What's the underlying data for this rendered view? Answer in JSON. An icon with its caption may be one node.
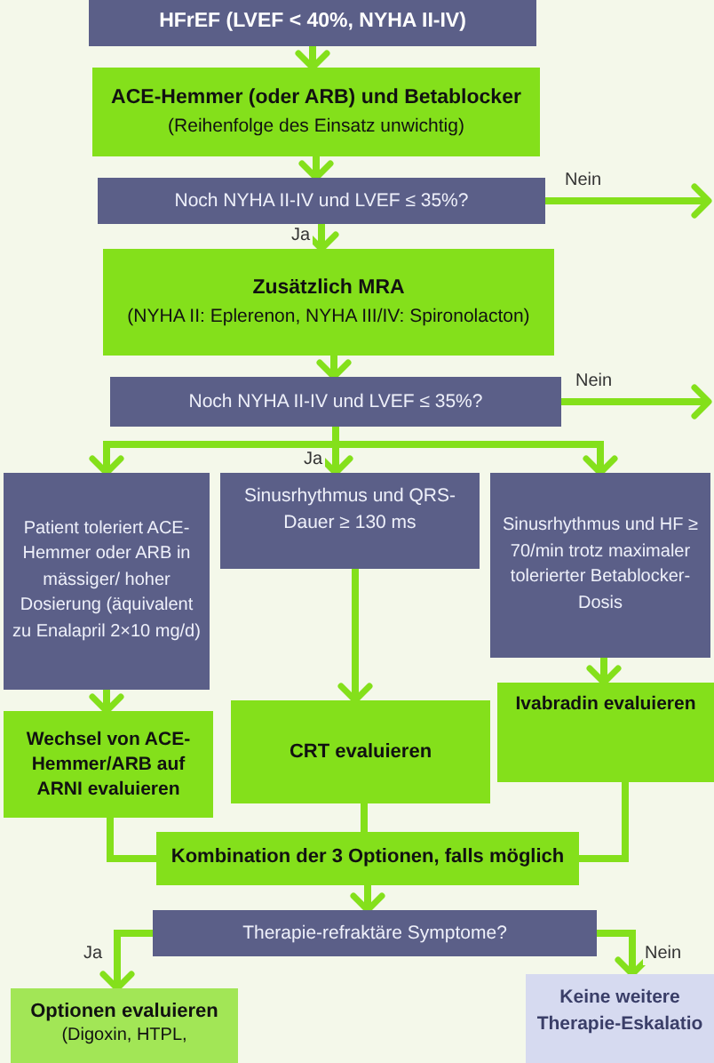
{
  "diagram": {
    "nodes": [
      {
        "text": [
          "HFrEF (LVEF < 40%, NYHA II-IV)"
        ]
      },
      {
        "text": [
          "ACE-Hemmer (oder ARB) und Betablocker",
          "(Reihenfolge des Einsatz unwichtig)"
        ]
      },
      {
        "text": [
          "Noch NYHA II-IV und LVEF ≤ 35%?"
        ]
      },
      {
        "text": [
          "Zusätzlich MRA",
          "(NYHA II: Eplerenon, NYHA III/IV: Spironolacton)"
        ]
      },
      {
        "text": [
          "Noch NYHA II-IV und LVEF ≤ 35%?"
        ]
      },
      {
        "text": [
          "Patient toleriert ACE-Hemmer oder ARB in mässiger/ hoher Dosierung (äquivalent zu Enalapril 2×10 mg/d)"
        ]
      },
      {
        "text": [
          "Sinusrhythmus und QRS-Dauer ≥ 130 ms"
        ]
      },
      {
        "text": [
          "Sinusrhythmus und HF ≥ 70/min trotz maximaler tolerierter Betablocker-Dosis"
        ]
      },
      {
        "text": [
          "Wechsel von ACE-Hemmer/ARB auf ARNI evaluieren"
        ]
      },
      {
        "text": [
          "CRT evaluieren"
        ]
      },
      {
        "text": [
          "Ivabradin evaluieren"
        ]
      },
      {
        "text": [
          "Kombination der 3 Optionen, falls möglich"
        ]
      },
      {
        "text": [
          "Therapie-refraktäre Symptome?"
        ]
      },
      {
        "text": [
          "Optionen evaluieren",
          "(Digoxin, HTPL,"
        ]
      },
      {
        "text": [
          "Keine weitere Therapie-Eskalatio"
        ]
      }
    ],
    "edges": [
      {
        "from": 0,
        "to": 1,
        "arrow": "to"
      },
      {
        "from": 1,
        "to": 2,
        "arrow": "to"
      },
      {
        "from": 2,
        "to": 3,
        "arrow": "to",
        "label": "Ja"
      },
      {
        "from": 2,
        "to": null,
        "arrow": "to",
        "label": "Nein"
      },
      {
        "from": 3,
        "to": 4,
        "arrow": "to"
      },
      {
        "from": 4,
        "to": null,
        "arrow": "to",
        "label": "Nein"
      },
      {
        "from": 4,
        "to": 5,
        "arrow": "to"
      },
      {
        "from": 4,
        "to": 6,
        "arrow": "to",
        "label": "Ja"
      },
      {
        "from": 4,
        "to": 7,
        "arrow": "to"
      },
      {
        "from": 5,
        "to": 8,
        "arrow": "to"
      },
      {
        "from": 6,
        "to": 9,
        "arrow": "to"
      },
      {
        "from": 7,
        "to": 10,
        "arrow": "to"
      },
      {
        "from": 8,
        "to": 11,
        "arrow": "none"
      },
      {
        "from": 9,
        "to": 11,
        "arrow": "none"
      },
      {
        "from": 10,
        "to": 11,
        "arrow": "none"
      },
      {
        "from": 11,
        "to": 12,
        "arrow": "to"
      },
      {
        "from": 12,
        "to": 13,
        "arrow": "to",
        "label": "Ja"
      },
      {
        "from": 12,
        "to": 14,
        "arrow": "to",
        "label": "Nein"
      }
    ]
  }
}
